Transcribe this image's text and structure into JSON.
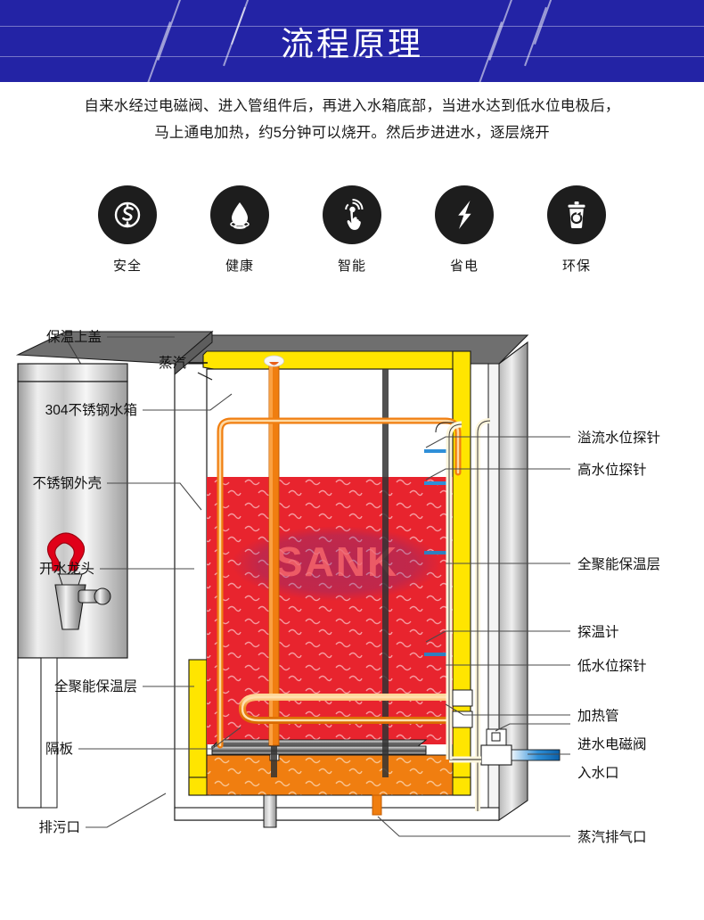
{
  "header": {
    "title": "流程原理",
    "bg_color": "#2323a5"
  },
  "intro": {
    "line1": "自来水经过电磁阀、进入管组件后，再进入水箱底部，当进水达到低水位电极后，",
    "line2": "马上通电加热，约5分钟可以烧开。然后步进进水，逐层烧开"
  },
  "features": [
    {
      "label": "安全",
      "icon": "quality-s-icon"
    },
    {
      "label": "健康",
      "icon": "water-drop-icon"
    },
    {
      "label": "智能",
      "icon": "touch-hand-icon"
    },
    {
      "label": "省电",
      "icon": "lightning-bolt-icon"
    },
    {
      "label": "环保",
      "icon": "recycle-bin-icon"
    }
  ],
  "diagram": {
    "watermark": "SANK",
    "inline_labels": {
      "steam": "蒸汽"
    },
    "left_labels": [
      {
        "text": "保温上盖"
      },
      {
        "text": "304不锈钢水箱"
      },
      {
        "text": "不锈钢外壳"
      },
      {
        "text": "开水龙头"
      },
      {
        "text": "全聚能保温层"
      },
      {
        "text": "隔板"
      },
      {
        "text": "排污口"
      }
    ],
    "right_labels": [
      {
        "text": "溢流水位探针"
      },
      {
        "text": "高水位探针"
      },
      {
        "text": "全聚能保温层"
      },
      {
        "text": "探温计"
      },
      {
        "text": "低水位探针"
      },
      {
        "text": "加热管"
      },
      {
        "text": "进水电磁阀"
      },
      {
        "text": "入水口"
      },
      {
        "text": "蒸汽排气口"
      }
    ],
    "colors": {
      "insulation": "#ffe500",
      "hot_water": "#e8242e",
      "cold_water": "#f07e10",
      "heating_element": "#f07e10",
      "shell": "#c9c9c9",
      "lid": "#7a7a7a",
      "faucet_handle": "#e00019",
      "inlet_pipe": "#1f7fd0"
    }
  }
}
